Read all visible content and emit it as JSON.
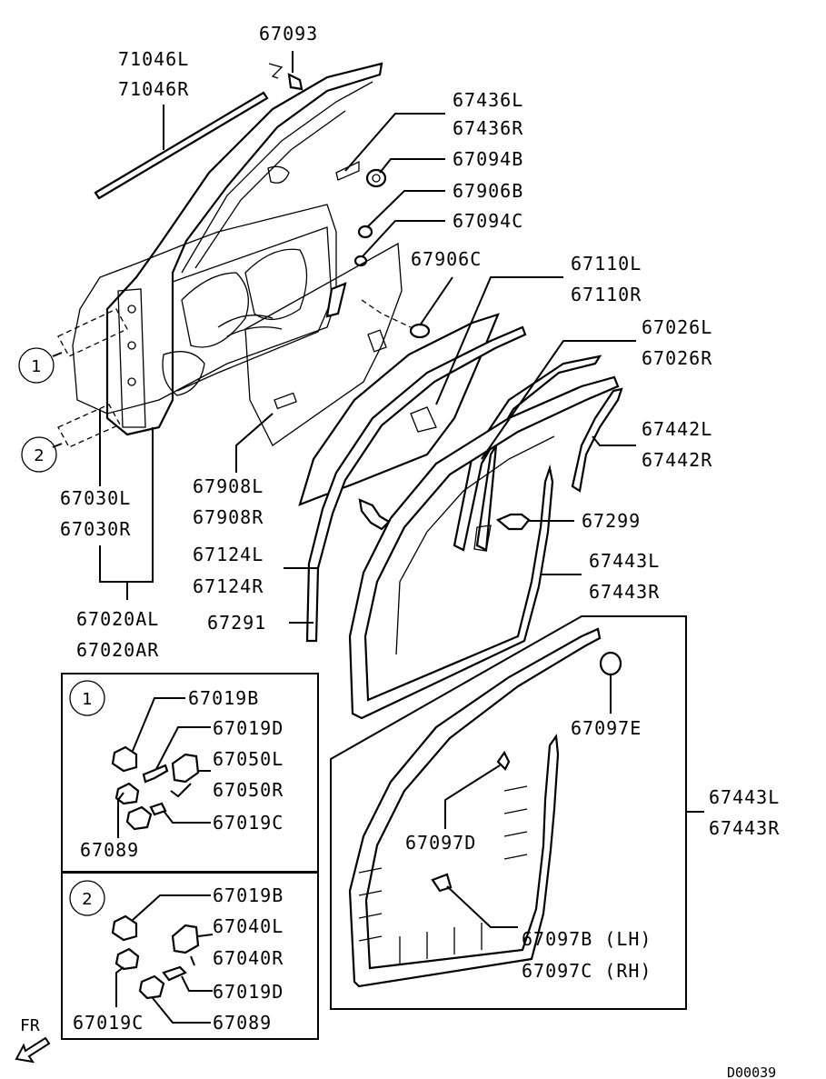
{
  "labels": {
    "p71046L": "71046L",
    "p71046R": "71046R",
    "p67093": "67093",
    "p67436L": "67436L",
    "p67436R": "67436R",
    "p67094B": "67094B",
    "p67906B": "67906B",
    "p67094C": "67094C",
    "p67906C": "67906C",
    "p67110L": "67110L",
    "p67110R": "67110R",
    "p67026L": "67026L",
    "p67026R": "67026R",
    "p67442L": "67442L",
    "p67442R": "67442R",
    "p67299": "67299",
    "p67443L_a": "67443L",
    "p67443R_a": "67443R",
    "p67908L": "67908L",
    "p67908R": "67908R",
    "p67124L": "67124L",
    "p67124R": "67124R",
    "p67291": "67291",
    "p67030L": "67030L",
    "p67030R": "67030R",
    "p67020AL": "67020AL",
    "p67020AR": "67020AR",
    "p67097E": "67097E",
    "p67443L_b": "67443L",
    "p67443R_b": "67443R",
    "p67097D": "67097D",
    "p67097B": "67097B (LH)",
    "p67097C": "67097C (RH)"
  },
  "callouts": {
    "one": "1",
    "two": "2"
  },
  "detail1": {
    "p67019B": "67019B",
    "p67019D": "67019D",
    "p67050L": "67050L",
    "p67050R": "67050R",
    "p67019C": "67019C",
    "p67089": "67089"
  },
  "detail2": {
    "p67019B": "67019B",
    "p67040L": "67040L",
    "p67040R": "67040R",
    "p67019D": "67019D",
    "p67019C": "67019C",
    "p67089": "67089"
  },
  "direction": "FR",
  "drawing_code": "D00039"
}
